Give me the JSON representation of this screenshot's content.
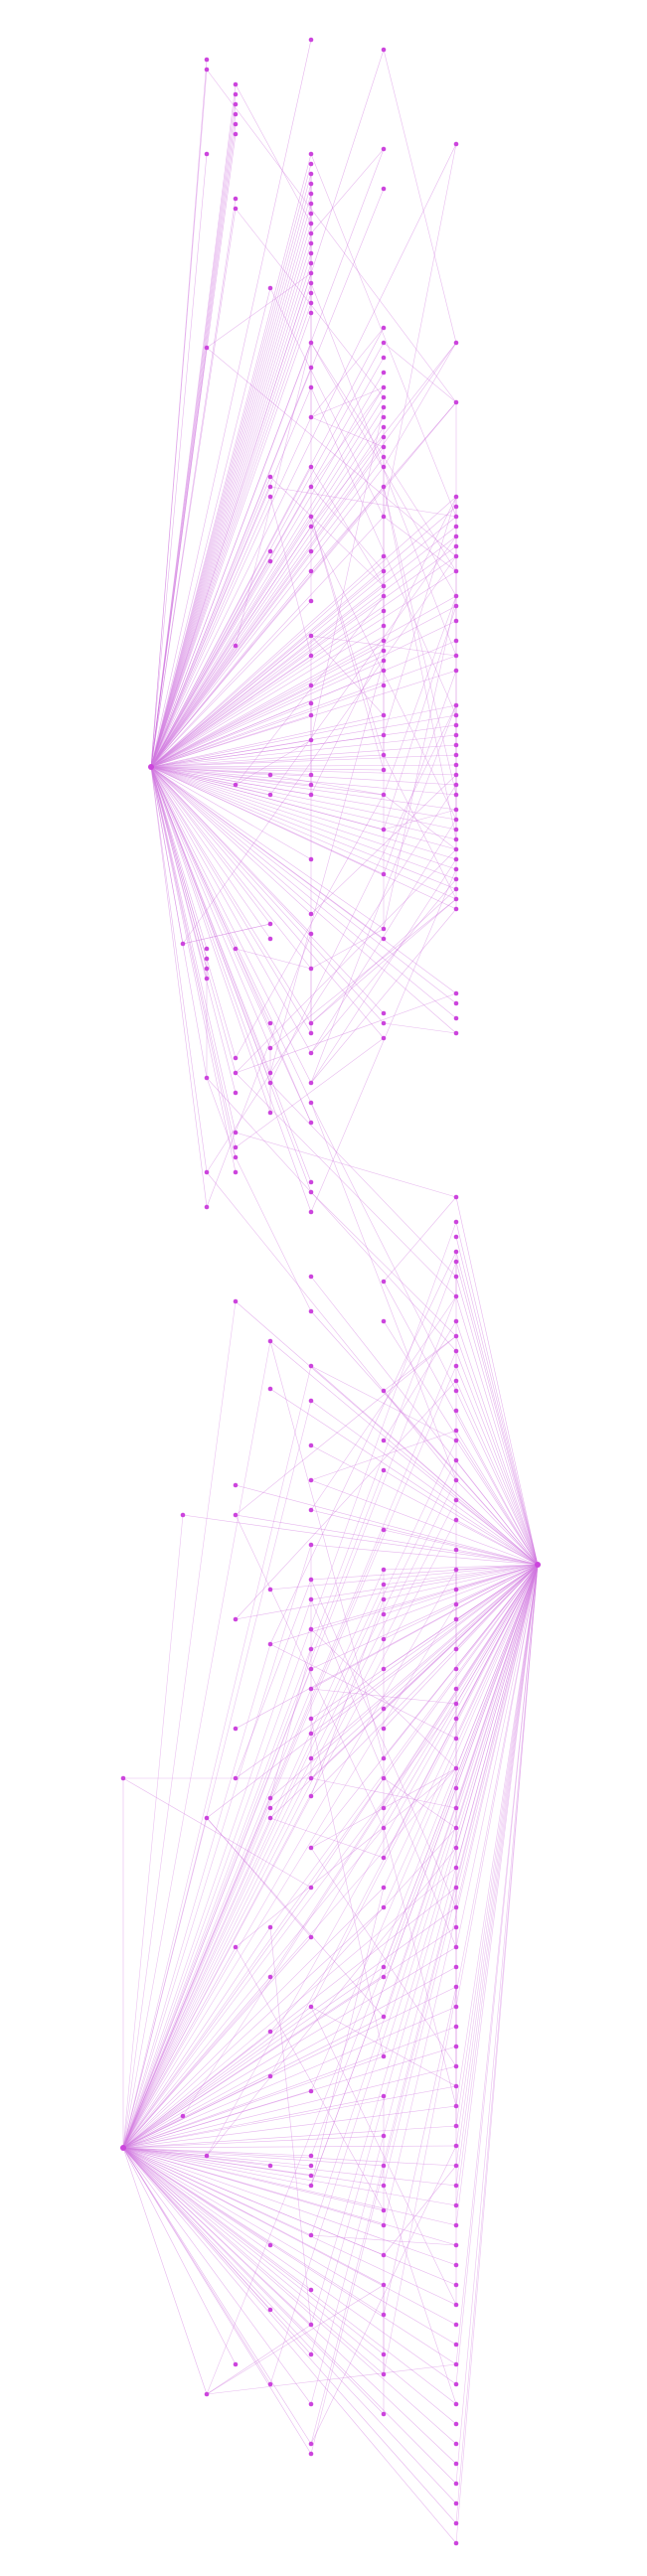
{
  "graph": {
    "node_color": "#cc44dd",
    "edge_color": "#d27ae0",
    "background": "#ffffff",
    "hub_nodes": [
      "hub-upper-left",
      "hub-middle-right",
      "hub-lower-left"
    ]
  }
}
